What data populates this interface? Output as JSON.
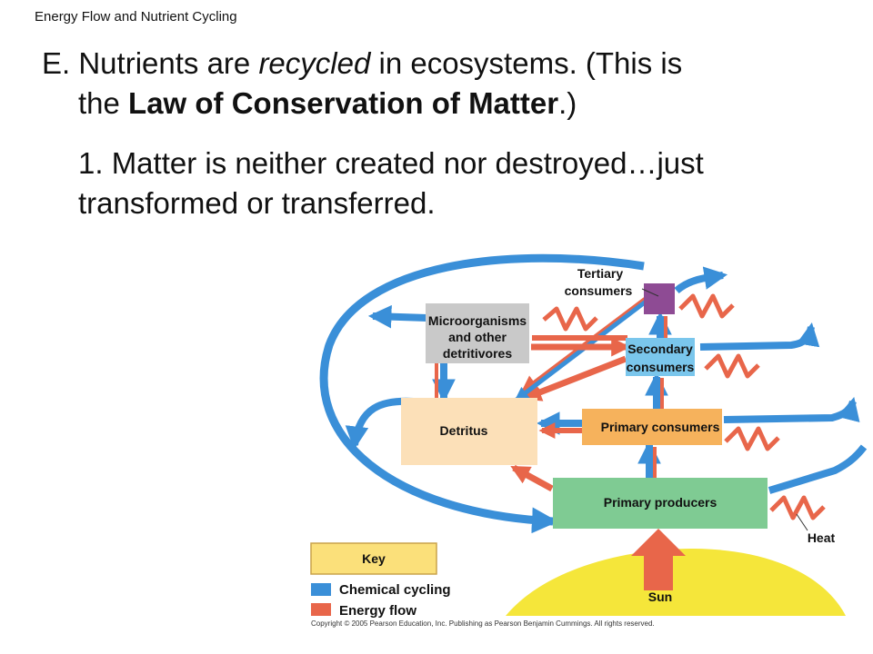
{
  "slide": {
    "header": "Energy Flow and Nutrient Cycling",
    "point_e": {
      "prefix": "E. Nutrients are ",
      "italic": "recycled",
      "middle": " in ecosystems. (This is",
      "line2_prefix": "the ",
      "bold": "Law of Conservation of Matter",
      "suffix": ".)"
    },
    "point_1_line1": "1. Matter is neither created nor destroyed…just",
    "point_1_line2": "transformed or transferred."
  },
  "diagram": {
    "labels": {
      "tertiary_1": "Tertiary",
      "tertiary_2": "consumers",
      "micro_1": "Microorganisms",
      "micro_2": "and other",
      "micro_3": "detritivores",
      "secondary_1": "Secondary",
      "secondary_2": "consumers",
      "detritus": "Detritus",
      "primary_consumers": "Primary consumers",
      "primary_producers": "Primary producers",
      "heat": "Heat",
      "sun": "Sun",
      "key": "Key",
      "chemical_cycling": "Chemical cycling",
      "energy_flow": "Energy flow"
    },
    "colors": {
      "chemical": "#3a8fd8",
      "energy": "#e8664a",
      "sun": "#f5e63a",
      "key_box": "#fbe07a",
      "producers": "#7fcb93",
      "primary_consumers": "#f6b25c",
      "secondary_consumers": "#7ac6ec",
      "tertiary": "#8e4b94",
      "micro": "#c9c9c9",
      "detritus": "#fce0b8"
    }
  },
  "copyright": "Copyright © 2005 Pearson Education, Inc. Publishing as Pearson Benjamin Cummings. All rights reserved."
}
